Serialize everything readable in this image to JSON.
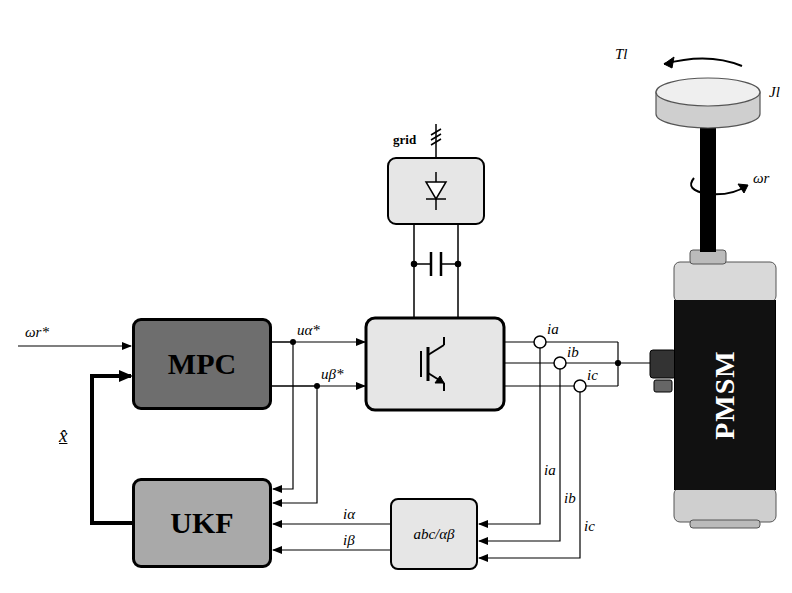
{
  "diagram": {
    "nodes": [
      {
        "text": [
          "MPC"
        ]
      },
      {
        "text": [
          "UKF"
        ]
      },
      {
        "text": [
          "abc/αβ"
        ]
      },
      {
        "text": [
          "PMSM"
        ]
      }
    ],
    "edges": [
      {
        "from": 0,
        "to": 1,
        "arrow": "to",
        "label": "uα*"
      },
      {
        "from": 0,
        "to": 1,
        "arrow": "to",
        "label": "uβ*"
      },
      {
        "from": 2,
        "to": 1,
        "arrow": "to",
        "label": "iα"
      },
      {
        "from": 2,
        "to": 1,
        "arrow": "to",
        "label": "iβ"
      },
      {
        "from": 1,
        "to": 0,
        "arrow": "to",
        "label": "x̂"
      }
    ],
    "labels": [
      "ωr*",
      "grid",
      "Tl",
      "Jl",
      "ωr",
      "ia",
      "ib",
      "ic",
      "ia",
      "ib",
      "ic"
    ]
  }
}
